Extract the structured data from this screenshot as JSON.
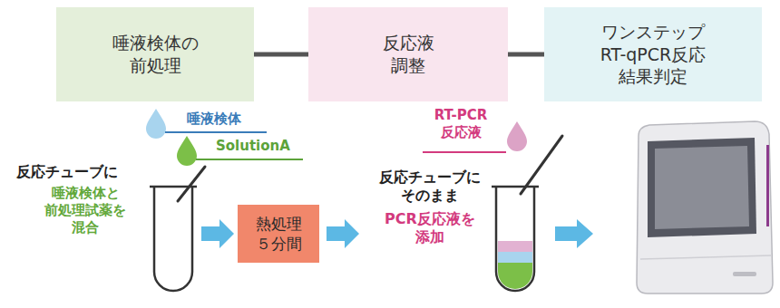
{
  "diagram": {
    "nodes": [
      {
        "text": [
          "唾液検体の 前処理"
        ]
      },
      {
        "text": [
          "反応液 調整"
        ]
      },
      {
        "text": [
          "ワンステップ RT-qPCR反応 結果判定"
        ]
      },
      {
        "text": [
          "熱処理 ５分間"
        ]
      }
    ],
    "edges": [
      {
        "from": 0,
        "to": 1,
        "arrow": "none"
      },
      {
        "from": 1,
        "to": 2,
        "arrow": "none"
      }
    ],
    "labels": [
      "唾液検体",
      "SolutionA",
      "RT-PCR 反応液",
      "反応チューブに",
      "唾液検体と 前処理試薬を 混合",
      "反応チューブに そのまま",
      "PCR反応液を 添加"
    ]
  }
}
